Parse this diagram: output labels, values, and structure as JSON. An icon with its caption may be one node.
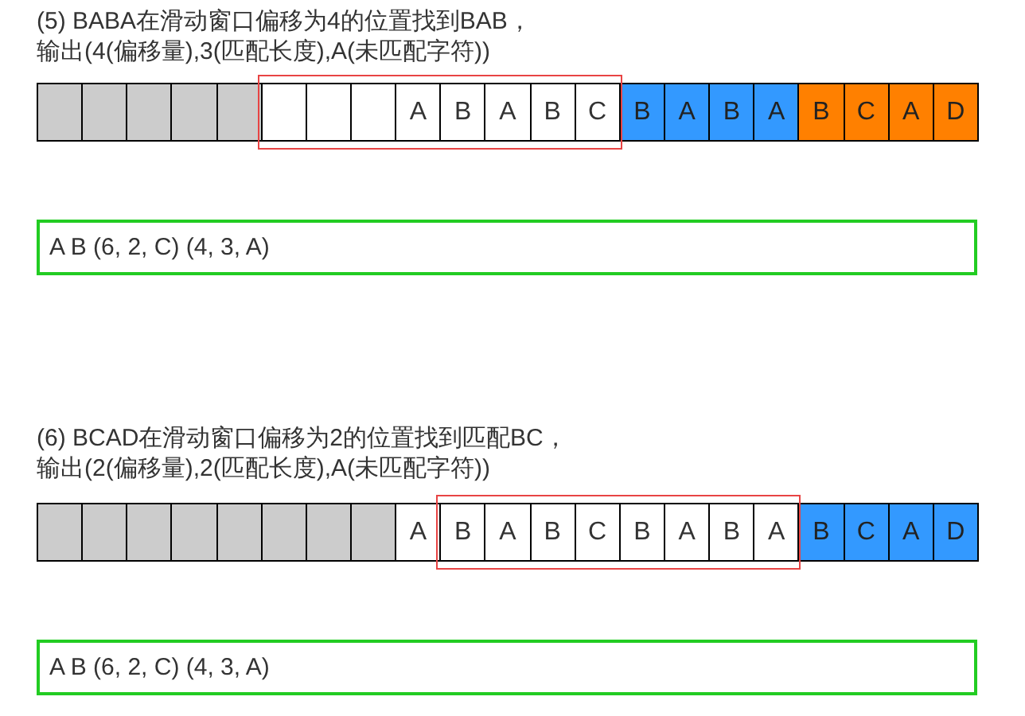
{
  "diagram": {
    "nodes": [
      {
        "text": [],
        "shape": "box"
      },
      {
        "text": [],
        "shape": "box"
      },
      {
        "text": [],
        "shape": "box"
      },
      {
        "text": [],
        "shape": "box"
      },
      {
        "text": [],
        "shape": "box"
      },
      {
        "text": [],
        "shape": "box"
      },
      {
        "text": [],
        "shape": "box"
      },
      {
        "text": [],
        "shape": "box"
      },
      {
        "text": [
          "A"
        ]
      },
      {
        "text": [
          "B"
        ]
      },
      {
        "text": [
          "A"
        ]
      },
      {
        "text": [
          "B"
        ]
      },
      {
        "text": [
          "C"
        ]
      },
      {
        "text": [
          "B"
        ]
      },
      {
        "text": [
          "A"
        ]
      },
      {
        "text": [
          "B"
        ]
      },
      {
        "text": [
          "A"
        ]
      },
      {
        "text": [
          "B"
        ]
      },
      {
        "text": [
          "C"
        ]
      },
      {
        "text": [
          "A"
        ]
      },
      {
        "text": [
          "D"
        ]
      },
      {
        "text": [
          "A B (6, 2, C) (4, 3, A)"
        ]
      },
      {
        "text": [],
        "shape": "box"
      },
      {
        "text": [],
        "shape": "box"
      },
      {
        "text": [],
        "shape": "box"
      },
      {
        "text": [],
        "shape": "box"
      },
      {
        "text": [],
        "shape": "box"
      },
      {
        "text": [],
        "shape": "box"
      },
      {
        "text": [],
        "shape": "box"
      },
      {
        "text": [],
        "shape": "box"
      },
      {
        "text": [
          "A"
        ]
      },
      {
        "text": [
          "B"
        ]
      },
      {
        "text": [
          "A"
        ]
      },
      {
        "text": [
          "B"
        ]
      },
      {
        "text": [
          "C"
        ]
      },
      {
        "text": [
          "B"
        ]
      },
      {
        "text": [
          "A"
        ]
      },
      {
        "text": [
          "B"
        ]
      },
      {
        "text": [
          "A"
        ]
      },
      {
        "text": [
          "B"
        ]
      },
      {
        "text": [
          "C"
        ]
      },
      {
        "text": [
          "A"
        ]
      },
      {
        "text": [
          "D"
        ]
      },
      {
        "text": [
          "A B (6, 2, C) (4, 3, A)"
        ]
      }
    ],
    "edges": [],
    "labels": [
      "(5) BABA在滑动窗口偏移为4的位置找到BAB，",
      "输出(4(偏移量),3(匹配长度),A(未匹配字符))",
      "(6) BCAD在滑动窗口偏移为2的位置找到匹配BC，",
      "输出(2(偏移量),2(匹配长度),A(未匹配字符))"
    ]
  }
}
